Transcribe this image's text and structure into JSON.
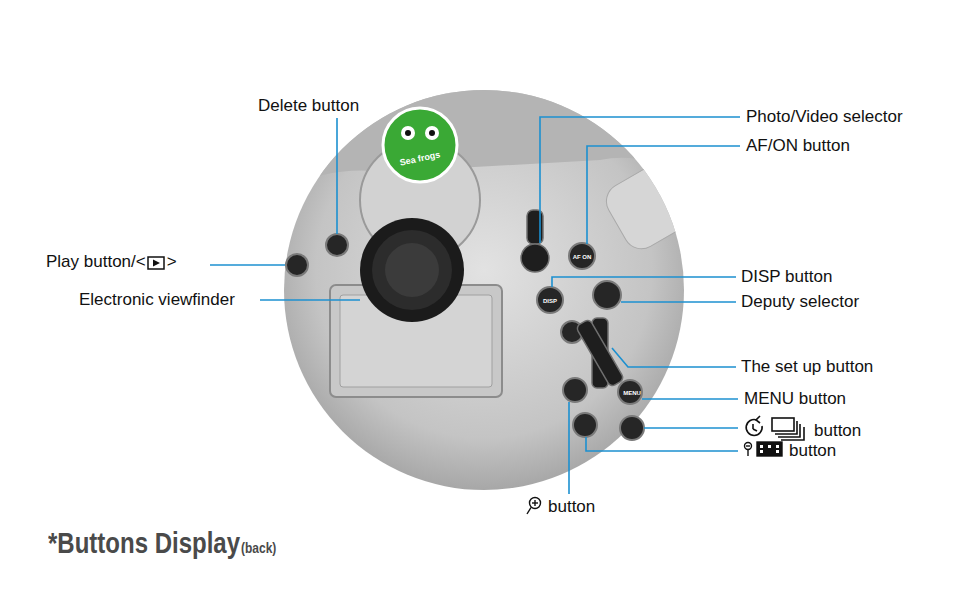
{
  "diagram": {
    "title": "*Buttons Display",
    "labels": [
      "Delete button",
      "Photo/Video selector",
      "AF/ON button",
      "Play button/<",
      ">",
      "Electronic viewfinder",
      "DISP button",
      "Deputy selector",
      "The set up button",
      "MENU button",
      "button",
      "button",
      "button",
      "(back)",
      "Sea frogs",
      "AF ON",
      "DISP",
      "MENU"
    ]
  }
}
